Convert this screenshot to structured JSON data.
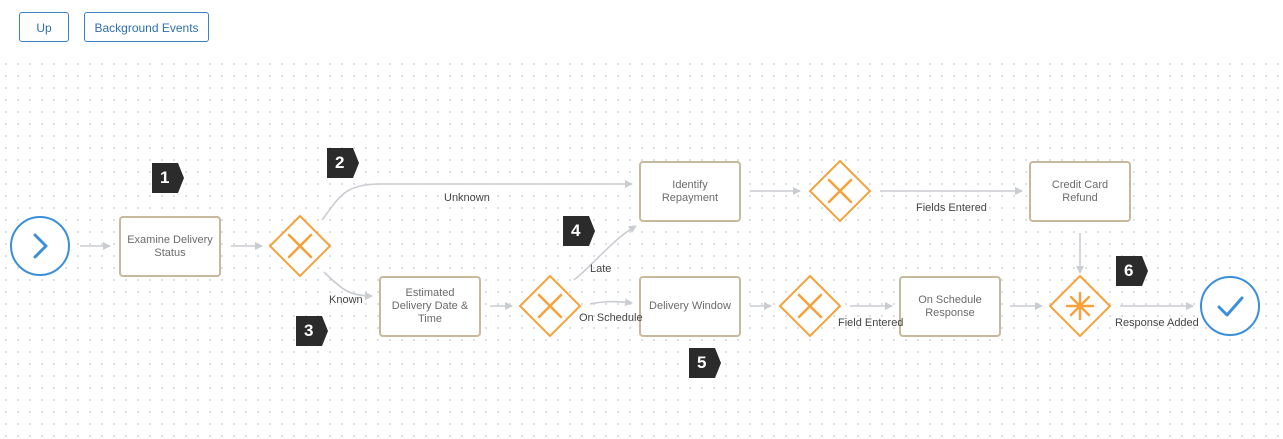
{
  "toolbar": {
    "up_label": "Up",
    "background_events_label": "Background Events"
  },
  "colors": {
    "accent": "#3b8fd9",
    "gateway": "#f5a23c",
    "task_border": "#c8b99c",
    "edge": "#c9ccd1",
    "marker": "#2b2b2b"
  },
  "nodes": {
    "examine": "Examine Delivery Status",
    "estimated": "Estimated Delivery Date & Time",
    "identify": "Identify Repayment",
    "delivery_window": "Delivery Window",
    "credit_card": "Credit Card Refund",
    "on_schedule_response": "On Schedule Response"
  },
  "edge_labels": {
    "unknown": "Unknown",
    "known": "Known",
    "late": "Late",
    "on_schedule": "On Schedule",
    "fields_entered": "Fields Entered",
    "field_entered": "Field Entered",
    "response_added": "Response Added"
  },
  "markers": [
    "1",
    "2",
    "3",
    "4",
    "5",
    "6"
  ],
  "icons": {
    "start": "chevron-right-icon",
    "end": "checkmark-icon",
    "exclusive_gateway": "x-icon",
    "complex_gateway": "asterisk-icon"
  }
}
